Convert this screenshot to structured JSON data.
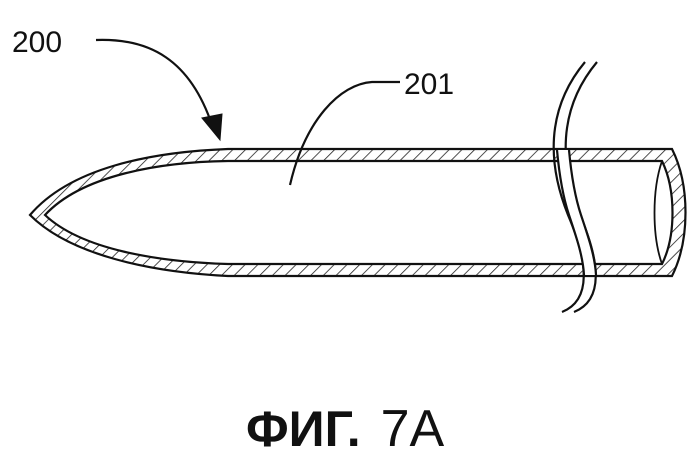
{
  "figure": {
    "labels": {
      "device": "200",
      "inner_body": "201"
    },
    "caption": {
      "prefix": "ФИГ.",
      "number": "7A"
    }
  }
}
